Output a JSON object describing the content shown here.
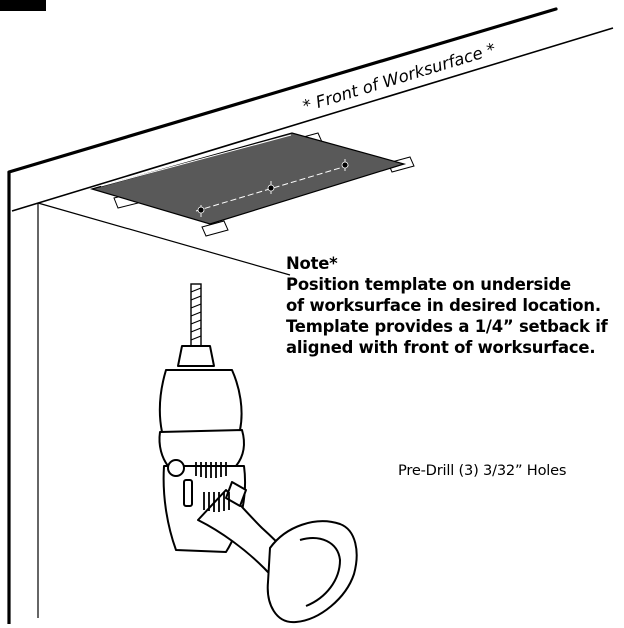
{
  "diagram": {
    "front_label": "* Front of Worksurface  *",
    "note": {
      "heading": "Note*",
      "lines": [
        "Position template on underside",
        "of worksurface in desired location.",
        "Template provides a 1/4” setback if",
        "aligned with front of worksurface."
      ]
    },
    "callout": "Pre-Drill (3) 3/32” Holes",
    "colors": {
      "line": "#000000",
      "template_fill": "#595959",
      "tab_fill": "#ffffff",
      "background": "#ffffff"
    },
    "icons": [
      "drill-icon",
      "drill-bit-icon",
      "battery-pack-icon",
      "template-icon",
      "hole-marker-icon"
    ]
  }
}
